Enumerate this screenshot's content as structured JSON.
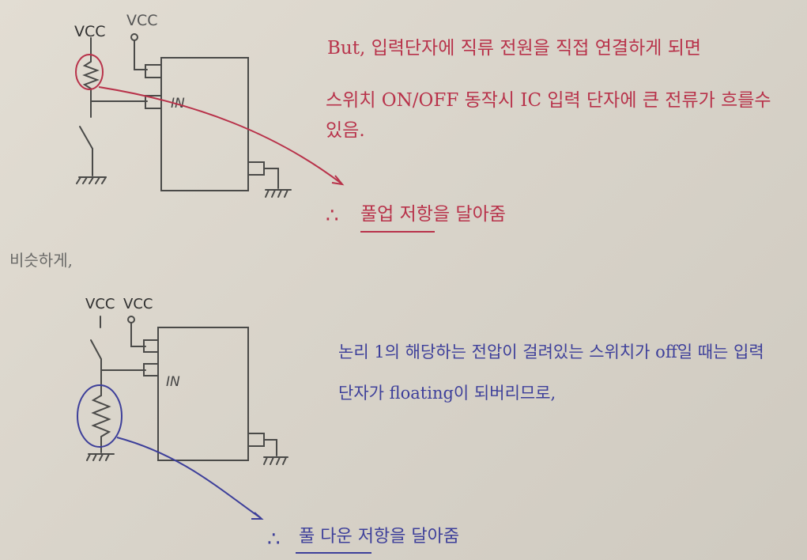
{
  "top_circuit": {
    "vcc_left": "VCC",
    "vcc_right": "VCC",
    "in_label": "IN"
  },
  "top_note": {
    "line1": "But, 입력단자에 직류 전원을 직접 연결하게 되면",
    "line2": "스위치 ON/OFF 동작시 IC 입력 단자에 큰 전류가 흐를수",
    "line3": "있음.",
    "conclusion_mark": "∴",
    "conclusion": "풀업 저항을 달아줌"
  },
  "section_label": "비슷하게,",
  "bottom_circuit": {
    "vcc_left": "VCC",
    "vcc_right": "VCC",
    "in_label": "IN"
  },
  "bottom_note": {
    "line1": "논리 1의 해당하는 전압이 걸려있는 스위치가 off일 때는 입력",
    "line2": "단자가 floating이 되버리므로,",
    "conclusion_mark": "∴",
    "conclusion": "풀 다운 저항을 달아줌"
  },
  "colors": {
    "paper": "#dcd7cd",
    "pencil": "#4a4a48",
    "red_ink": "#b8324a",
    "blue_ink": "#3d3f9a"
  }
}
